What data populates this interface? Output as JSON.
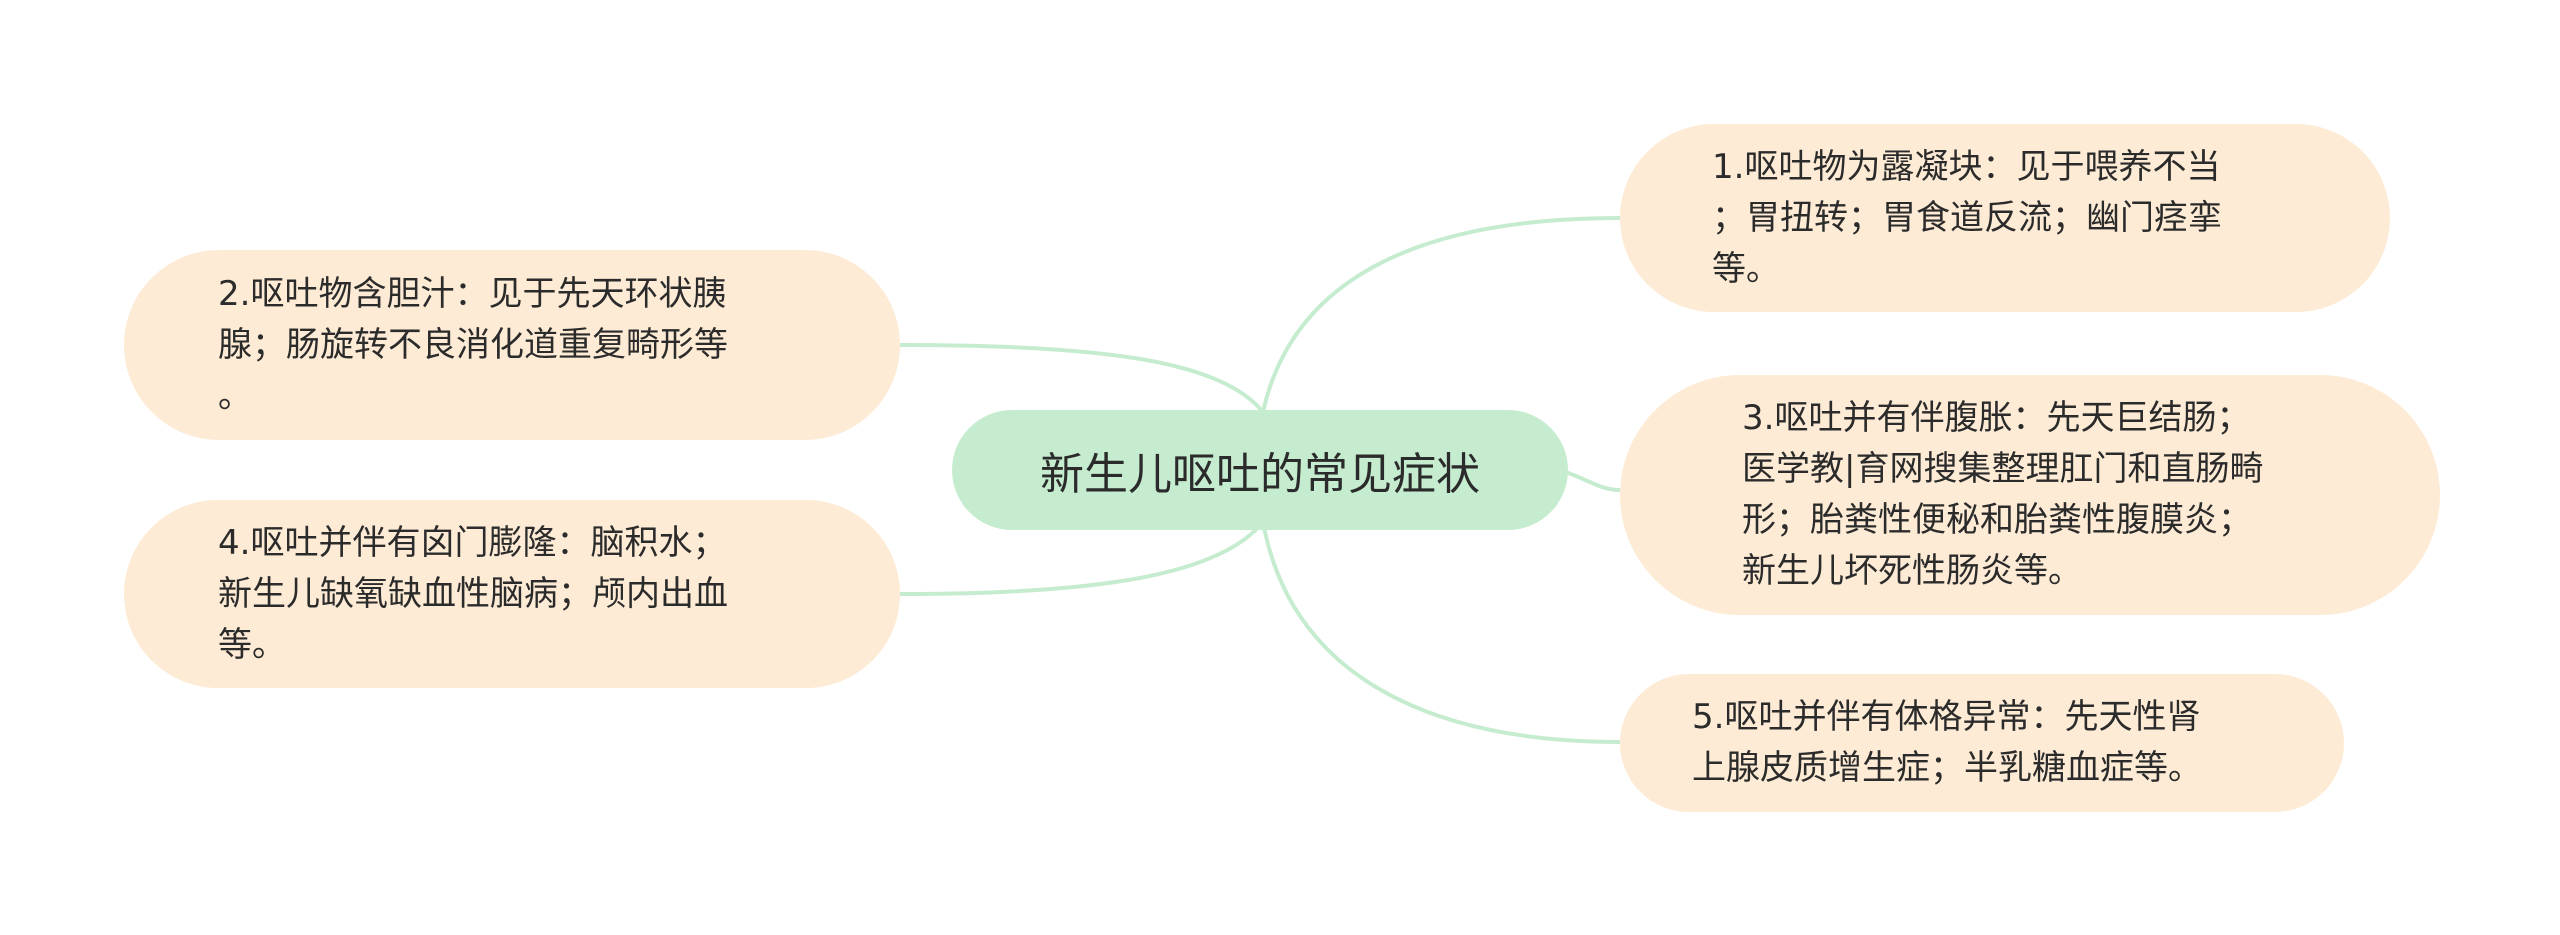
{
  "central": {
    "text": "新生儿呕吐的常见症状"
  },
  "branches": [
    {
      "text": "1.呕吐物为露凝块：见于喂养不当\n；胃扭转；胃食道反流；幽门痉挛\n等。"
    },
    {
      "text": "2.呕吐物含胆汁：见于先天环状胰\n腺；肠旋转不良消化道重复畸形等\n。"
    },
    {
      "text": "3.呕吐并有伴腹胀：先天巨结肠；\n医学教|育网搜集整理肛门和直肠畸\n形；胎粪性便秘和胎粪性腹膜炎；\n新生儿坏死性肠炎等。"
    },
    {
      "text": "4.呕吐并伴有囟门膨隆：脑积水；\n新生儿缺氧缺血性脑病；颅内出血\n等。"
    },
    {
      "text": "5.呕吐并伴有体格异常：先天性肾\n上腺皮质增生症；半乳糖血症等。"
    }
  ],
  "colors": {
    "central_fill": "#c6ecd0",
    "branch_fill": "#fdebd5",
    "connector": "#c6ecd0",
    "text": "#2b2b2b"
  }
}
